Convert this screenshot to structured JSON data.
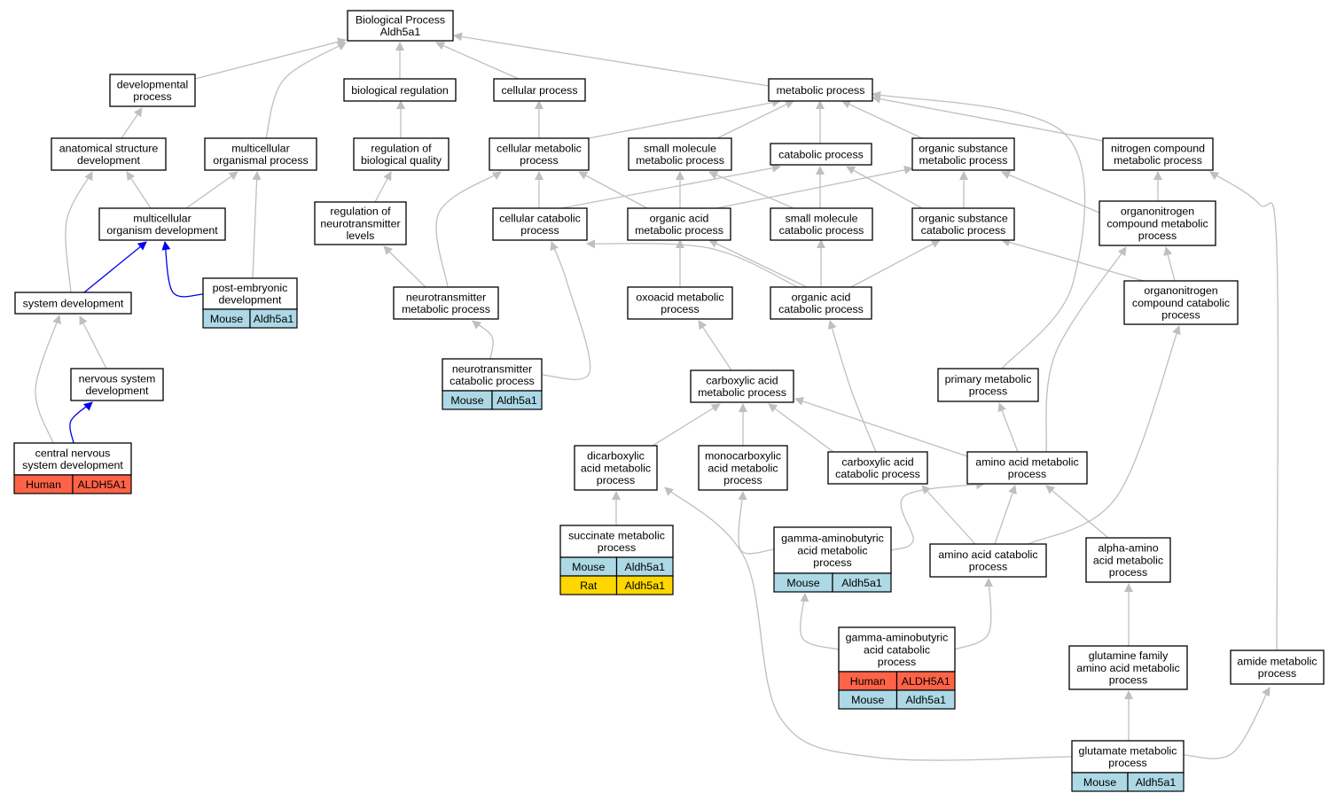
{
  "colors": {
    "edge_default": "#bfbfbf",
    "edge_highlight": "#0000ee",
    "Human": "#ff6347",
    "Mouse": "#add8e6",
    "Rat": "#ffd700"
  },
  "nodes": [
    {
      "id": "bp",
      "lines": [
        "Biological Process",
        "Aldh5a1"
      ]
    },
    {
      "id": "dev",
      "lines": [
        "developmental",
        "process"
      ]
    },
    {
      "id": "breg",
      "lines": [
        "biological regulation"
      ]
    },
    {
      "id": "cell",
      "lines": [
        "cellular process"
      ]
    },
    {
      "id": "met",
      "lines": [
        "metabolic process"
      ]
    },
    {
      "id": "asd",
      "lines": [
        "anatomical structure",
        "development"
      ]
    },
    {
      "id": "mop",
      "lines": [
        "multicellular",
        "organismal process"
      ]
    },
    {
      "id": "rbq",
      "lines": [
        "regulation of",
        "biological quality"
      ]
    },
    {
      "id": "cmp",
      "lines": [
        "cellular metabolic",
        "process"
      ]
    },
    {
      "id": "smm",
      "lines": [
        "small molecule",
        "metabolic process"
      ]
    },
    {
      "id": "cat",
      "lines": [
        "catabolic process"
      ]
    },
    {
      "id": "osm",
      "lines": [
        "organic substance",
        "metabolic process"
      ]
    },
    {
      "id": "ncm",
      "lines": [
        "nitrogen compound",
        "metabolic process"
      ]
    },
    {
      "id": "mod",
      "lines": [
        "multicellular",
        "organism development"
      ]
    },
    {
      "id": "rnl",
      "lines": [
        "regulation of",
        "neurotransmitter",
        "levels"
      ]
    },
    {
      "id": "ccp",
      "lines": [
        "cellular catabolic",
        "process"
      ]
    },
    {
      "id": "oam",
      "lines": [
        "organic acid",
        "metabolic process"
      ]
    },
    {
      "id": "smc",
      "lines": [
        "small molecule",
        "catabolic process"
      ]
    },
    {
      "id": "osc",
      "lines": [
        "organic substance",
        "catabolic process"
      ]
    },
    {
      "id": "oncm",
      "lines": [
        "organonitrogen",
        "compound metabolic",
        "process"
      ]
    },
    {
      "id": "sysd",
      "lines": [
        "system development"
      ]
    },
    {
      "id": "ped",
      "lines": [
        "post-embryonic",
        "development"
      ],
      "ann": [
        [
          "Mouse",
          "Aldh5a1"
        ]
      ]
    },
    {
      "id": "ntm",
      "lines": [
        "neurotransmitter",
        "metabolic process"
      ]
    },
    {
      "id": "oxm",
      "lines": [
        "oxoacid metabolic",
        "process"
      ]
    },
    {
      "id": "oac",
      "lines": [
        "organic acid",
        "catabolic process"
      ]
    },
    {
      "id": "oncc",
      "lines": [
        "organonitrogen",
        "compound catabolic",
        "process"
      ]
    },
    {
      "id": "nsd",
      "lines": [
        "nervous system",
        "development"
      ]
    },
    {
      "id": "ntc",
      "lines": [
        "neurotransmitter",
        "catabolic process"
      ],
      "ann": [
        [
          "Mouse",
          "Aldh5a1"
        ]
      ]
    },
    {
      "id": "cam",
      "lines": [
        "carboxylic acid",
        "metabolic process"
      ]
    },
    {
      "id": "pmp",
      "lines": [
        "primary metabolic",
        "process"
      ]
    },
    {
      "id": "cnsd",
      "lines": [
        "central nervous",
        "system development"
      ],
      "ann": [
        [
          "Human",
          "ALDH5A1"
        ]
      ]
    },
    {
      "id": "dcm",
      "lines": [
        "dicarboxylic",
        "acid metabolic",
        "process"
      ]
    },
    {
      "id": "mcm",
      "lines": [
        "monocarboxylic",
        "acid metabolic",
        "process"
      ]
    },
    {
      "id": "cac",
      "lines": [
        "carboxylic acid",
        "catabolic process"
      ]
    },
    {
      "id": "aam",
      "lines": [
        "amino acid metabolic",
        "process"
      ]
    },
    {
      "id": "sucm",
      "lines": [
        "succinate metabolic",
        "process"
      ],
      "ann": [
        [
          "Mouse",
          "Aldh5a1"
        ],
        [
          "Rat",
          "Aldh5a1"
        ]
      ]
    },
    {
      "id": "gabam",
      "lines": [
        "gamma-aminobutyric",
        "acid metabolic",
        "process"
      ],
      "ann": [
        [
          "Mouse",
          "Aldh5a1"
        ]
      ]
    },
    {
      "id": "aac",
      "lines": [
        "amino acid catabolic",
        "process"
      ]
    },
    {
      "id": "alpham",
      "lines": [
        "alpha-amino",
        "acid metabolic",
        "process"
      ]
    },
    {
      "id": "gabac",
      "lines": [
        "gamma-aminobutyric",
        "acid catabolic",
        "process"
      ],
      "ann": [
        [
          "Human",
          "ALDH5A1"
        ],
        [
          "Mouse",
          "Aldh5a1"
        ]
      ]
    },
    {
      "id": "gfm",
      "lines": [
        "glutamine family",
        "amino acid metabolic",
        "process"
      ]
    },
    {
      "id": "amide",
      "lines": [
        "amide metabolic",
        "process"
      ]
    },
    {
      "id": "glu",
      "lines": [
        "glutamate metabolic",
        "process"
      ],
      "ann": [
        [
          "Mouse",
          "Aldh5a1"
        ]
      ]
    }
  ],
  "edges": [
    {
      "from": "dev",
      "to": "bp"
    },
    {
      "from": "breg",
      "to": "bp"
    },
    {
      "from": "cell",
      "to": "bp"
    },
    {
      "from": "met",
      "to": "bp"
    },
    {
      "from": "mop",
      "to": "bp"
    },
    {
      "from": "asd",
      "to": "dev"
    },
    {
      "from": "rbq",
      "to": "breg"
    },
    {
      "from": "cmp",
      "to": "cell"
    },
    {
      "from": "cmp",
      "to": "met"
    },
    {
      "from": "smm",
      "to": "met"
    },
    {
      "from": "cat",
      "to": "met"
    },
    {
      "from": "osm",
      "to": "met"
    },
    {
      "from": "ncm",
      "to": "met"
    },
    {
      "from": "pmp",
      "to": "met"
    },
    {
      "from": "mod",
      "to": "asd"
    },
    {
      "from": "mod",
      "to": "mop"
    },
    {
      "from": "ped",
      "to": "mop"
    },
    {
      "from": "rnl",
      "to": "rbq"
    },
    {
      "from": "ccp",
      "to": "cmp"
    },
    {
      "from": "ccp",
      "to": "cat"
    },
    {
      "from": "oam",
      "to": "cmp"
    },
    {
      "from": "oam",
      "to": "smm"
    },
    {
      "from": "oam",
      "to": "osm"
    },
    {
      "from": "smc",
      "to": "smm"
    },
    {
      "from": "smc",
      "to": "cat"
    },
    {
      "from": "osc",
      "to": "cat"
    },
    {
      "from": "osc",
      "to": "osm"
    },
    {
      "from": "oncm",
      "to": "osm"
    },
    {
      "from": "oncm",
      "to": "ncm"
    },
    {
      "from": "ntm",
      "to": "cmp"
    },
    {
      "from": "sysd",
      "to": "asd"
    },
    {
      "from": "sysd",
      "to": "mod",
      "highlight": true
    },
    {
      "from": "ped",
      "to": "mod",
      "highlight": true
    },
    {
      "from": "ntm",
      "to": "rnl"
    },
    {
      "from": "oxm",
      "to": "oam"
    },
    {
      "from": "oac",
      "to": "ccp"
    },
    {
      "from": "oac",
      "to": "oam"
    },
    {
      "from": "oac",
      "to": "smc"
    },
    {
      "from": "oac",
      "to": "osc"
    },
    {
      "from": "oncc",
      "to": "osc"
    },
    {
      "from": "oncc",
      "to": "oncm"
    },
    {
      "from": "nsd",
      "to": "sysd"
    },
    {
      "from": "cnsd",
      "to": "sysd"
    },
    {
      "from": "cnsd",
      "to": "nsd",
      "highlight": true
    },
    {
      "from": "ntc",
      "to": "ntm"
    },
    {
      "from": "ntc",
      "to": "ccp"
    },
    {
      "from": "cam",
      "to": "oxm"
    },
    {
      "from": "dcm",
      "to": "cam"
    },
    {
      "from": "mcm",
      "to": "cam"
    },
    {
      "from": "cac",
      "to": "cam"
    },
    {
      "from": "aam",
      "to": "cam"
    },
    {
      "from": "cac",
      "to": "oac"
    },
    {
      "from": "aam",
      "to": "pmp"
    },
    {
      "from": "aam",
      "to": "oncm"
    },
    {
      "from": "sucm",
      "to": "dcm"
    },
    {
      "from": "gabam",
      "to": "mcm"
    },
    {
      "from": "gabam",
      "to": "aam"
    },
    {
      "from": "aac",
      "to": "cac"
    },
    {
      "from": "aac",
      "to": "aam"
    },
    {
      "from": "aac",
      "to": "oncc"
    },
    {
      "from": "alpham",
      "to": "aam"
    },
    {
      "from": "gabac",
      "to": "gabam"
    },
    {
      "from": "gabac",
      "to": "aac"
    },
    {
      "from": "gfm",
      "to": "alpham"
    },
    {
      "from": "glu",
      "to": "gfm"
    },
    {
      "from": "glu",
      "to": "dcm"
    },
    {
      "from": "glu",
      "to": "amide"
    },
    {
      "from": "amide",
      "to": "ncm"
    }
  ]
}
